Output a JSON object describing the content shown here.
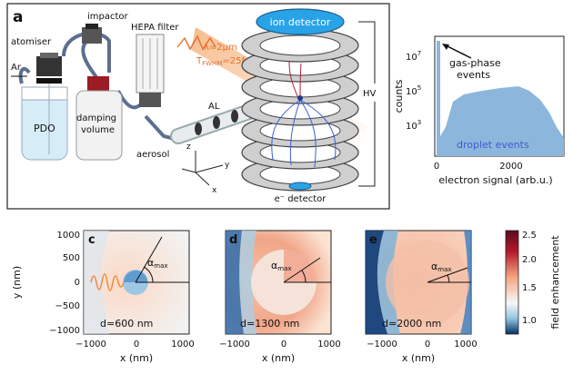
{
  "panel_a": {
    "label": "a",
    "atomiser": "atomiser",
    "impactor": "impactor",
    "hepa": "HEPA filter",
    "ar": "Ar",
    "pdo": "PDO",
    "damping1": "damping",
    "damping2": "volume",
    "aerosol": "aerosol",
    "al": "AL",
    "lambda": "λ=2µm",
    "tfwhm": "T",
    "tfwhm_sub": "FWHM",
    "tfwhm_val": "=25fs",
    "ion_detector": "ion detector",
    "hv": "HV",
    "e_detector": "e⁻ detector",
    "ax_z": "z",
    "ax_y": "y",
    "ax_x": "x"
  },
  "panel_b": {
    "label": "b",
    "ylabel": "counts",
    "xlabel": "electron signal (arb.u.)",
    "gas_label_1": "gas-phase",
    "gas_label_2": "events",
    "droplet_label": "droplet events",
    "yticks": [
      {
        "base": "10",
        "exp": "3"
      },
      {
        "base": "10",
        "exp": "5"
      },
      {
        "base": "10",
        "exp": "7"
      }
    ],
    "xticks": [
      "0",
      "2000"
    ],
    "colors": {
      "hist": "#8db6dc",
      "droplet_text": "#3b5fcf"
    }
  },
  "maps": [
    {
      "label": "c",
      "d": "d=600 nm",
      "alpha": "α",
      "alpha_sub": "max"
    },
    {
      "label": "d",
      "d": "d=1300 nm",
      "alpha": "α",
      "alpha_sub": "max"
    },
    {
      "label": "e",
      "d": "d=2000 nm",
      "alpha": "α",
      "alpha_sub": "max"
    }
  ],
  "map_axes": {
    "ylabel": "y (nm)",
    "xlabel": "x (nm)",
    "yticks": [
      "1000",
      "500",
      "0",
      "−500",
      "−1000"
    ],
    "xticks": [
      "−1000",
      "0",
      "1000"
    ]
  },
  "colorbar": {
    "label": "field enhancement",
    "ticks": [
      "2.5",
      "2.0",
      "1.5",
      "1.0"
    ],
    "colors": {
      "top": "#67001f",
      "mid": "#f7f7f7",
      "bottom": "#053061"
    }
  }
}
